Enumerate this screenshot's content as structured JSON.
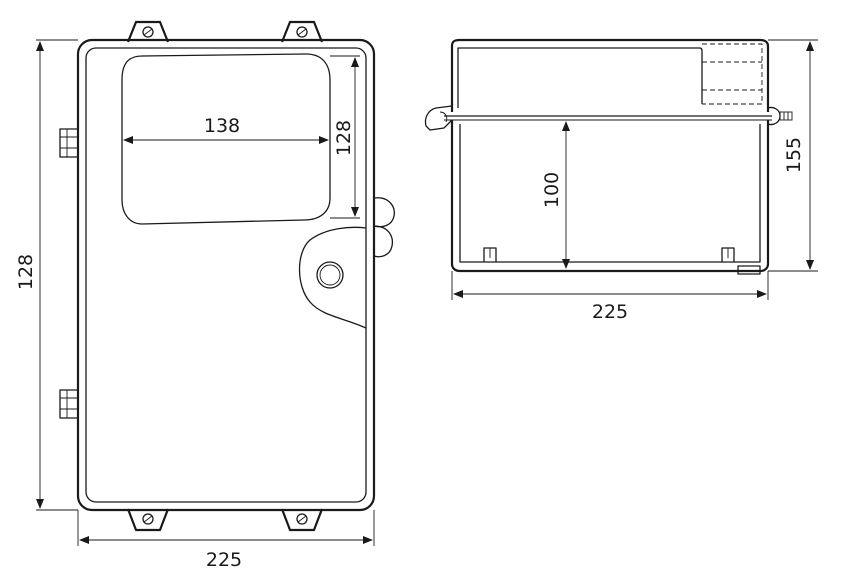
{
  "front_view": {
    "height_dimension": "128",
    "width_dimension": "225",
    "window_width_dimension": "138",
    "window_height_dimension": "128"
  },
  "side_view": {
    "width_dimension": "225",
    "inner_height_dimension": "100",
    "total_height_dimension": "155"
  }
}
